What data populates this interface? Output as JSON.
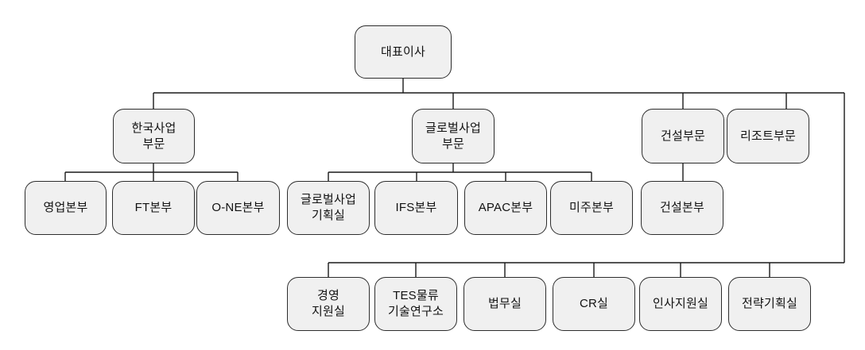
{
  "org": {
    "ceo": {
      "label": "대표이사"
    },
    "divisions": [
      {
        "id": "korea",
        "label": "한국사업\n부문"
      },
      {
        "id": "global",
        "label": "글로벌사업\n부문"
      },
      {
        "id": "construction",
        "label": "건설부문"
      },
      {
        "id": "resort",
        "label": "리조트부문"
      }
    ],
    "korea_units": [
      {
        "label": "영업본부"
      },
      {
        "label": "FT본부"
      },
      {
        "label": "O-NE본부"
      }
    ],
    "global_units": [
      {
        "label": "글로벌사업\n기획실"
      },
      {
        "label": "IFS본부"
      },
      {
        "label": "APAC본부"
      },
      {
        "label": "미주본부"
      }
    ],
    "construction_units": [
      {
        "label": "건설본부"
      }
    ],
    "staff_units": [
      {
        "label": "경영\n지원실"
      },
      {
        "label": "TES물류\n기술연구소"
      },
      {
        "label": "법무실"
      },
      {
        "label": "CR실"
      },
      {
        "label": "인사지원실"
      },
      {
        "label": "전략기획실"
      }
    ]
  },
  "colors": {
    "node_fill": "#f0f0f0",
    "node_border": "#2d2d2d",
    "connector": "#1a1a1a",
    "background": "#ffffff",
    "text": "#111111"
  }
}
